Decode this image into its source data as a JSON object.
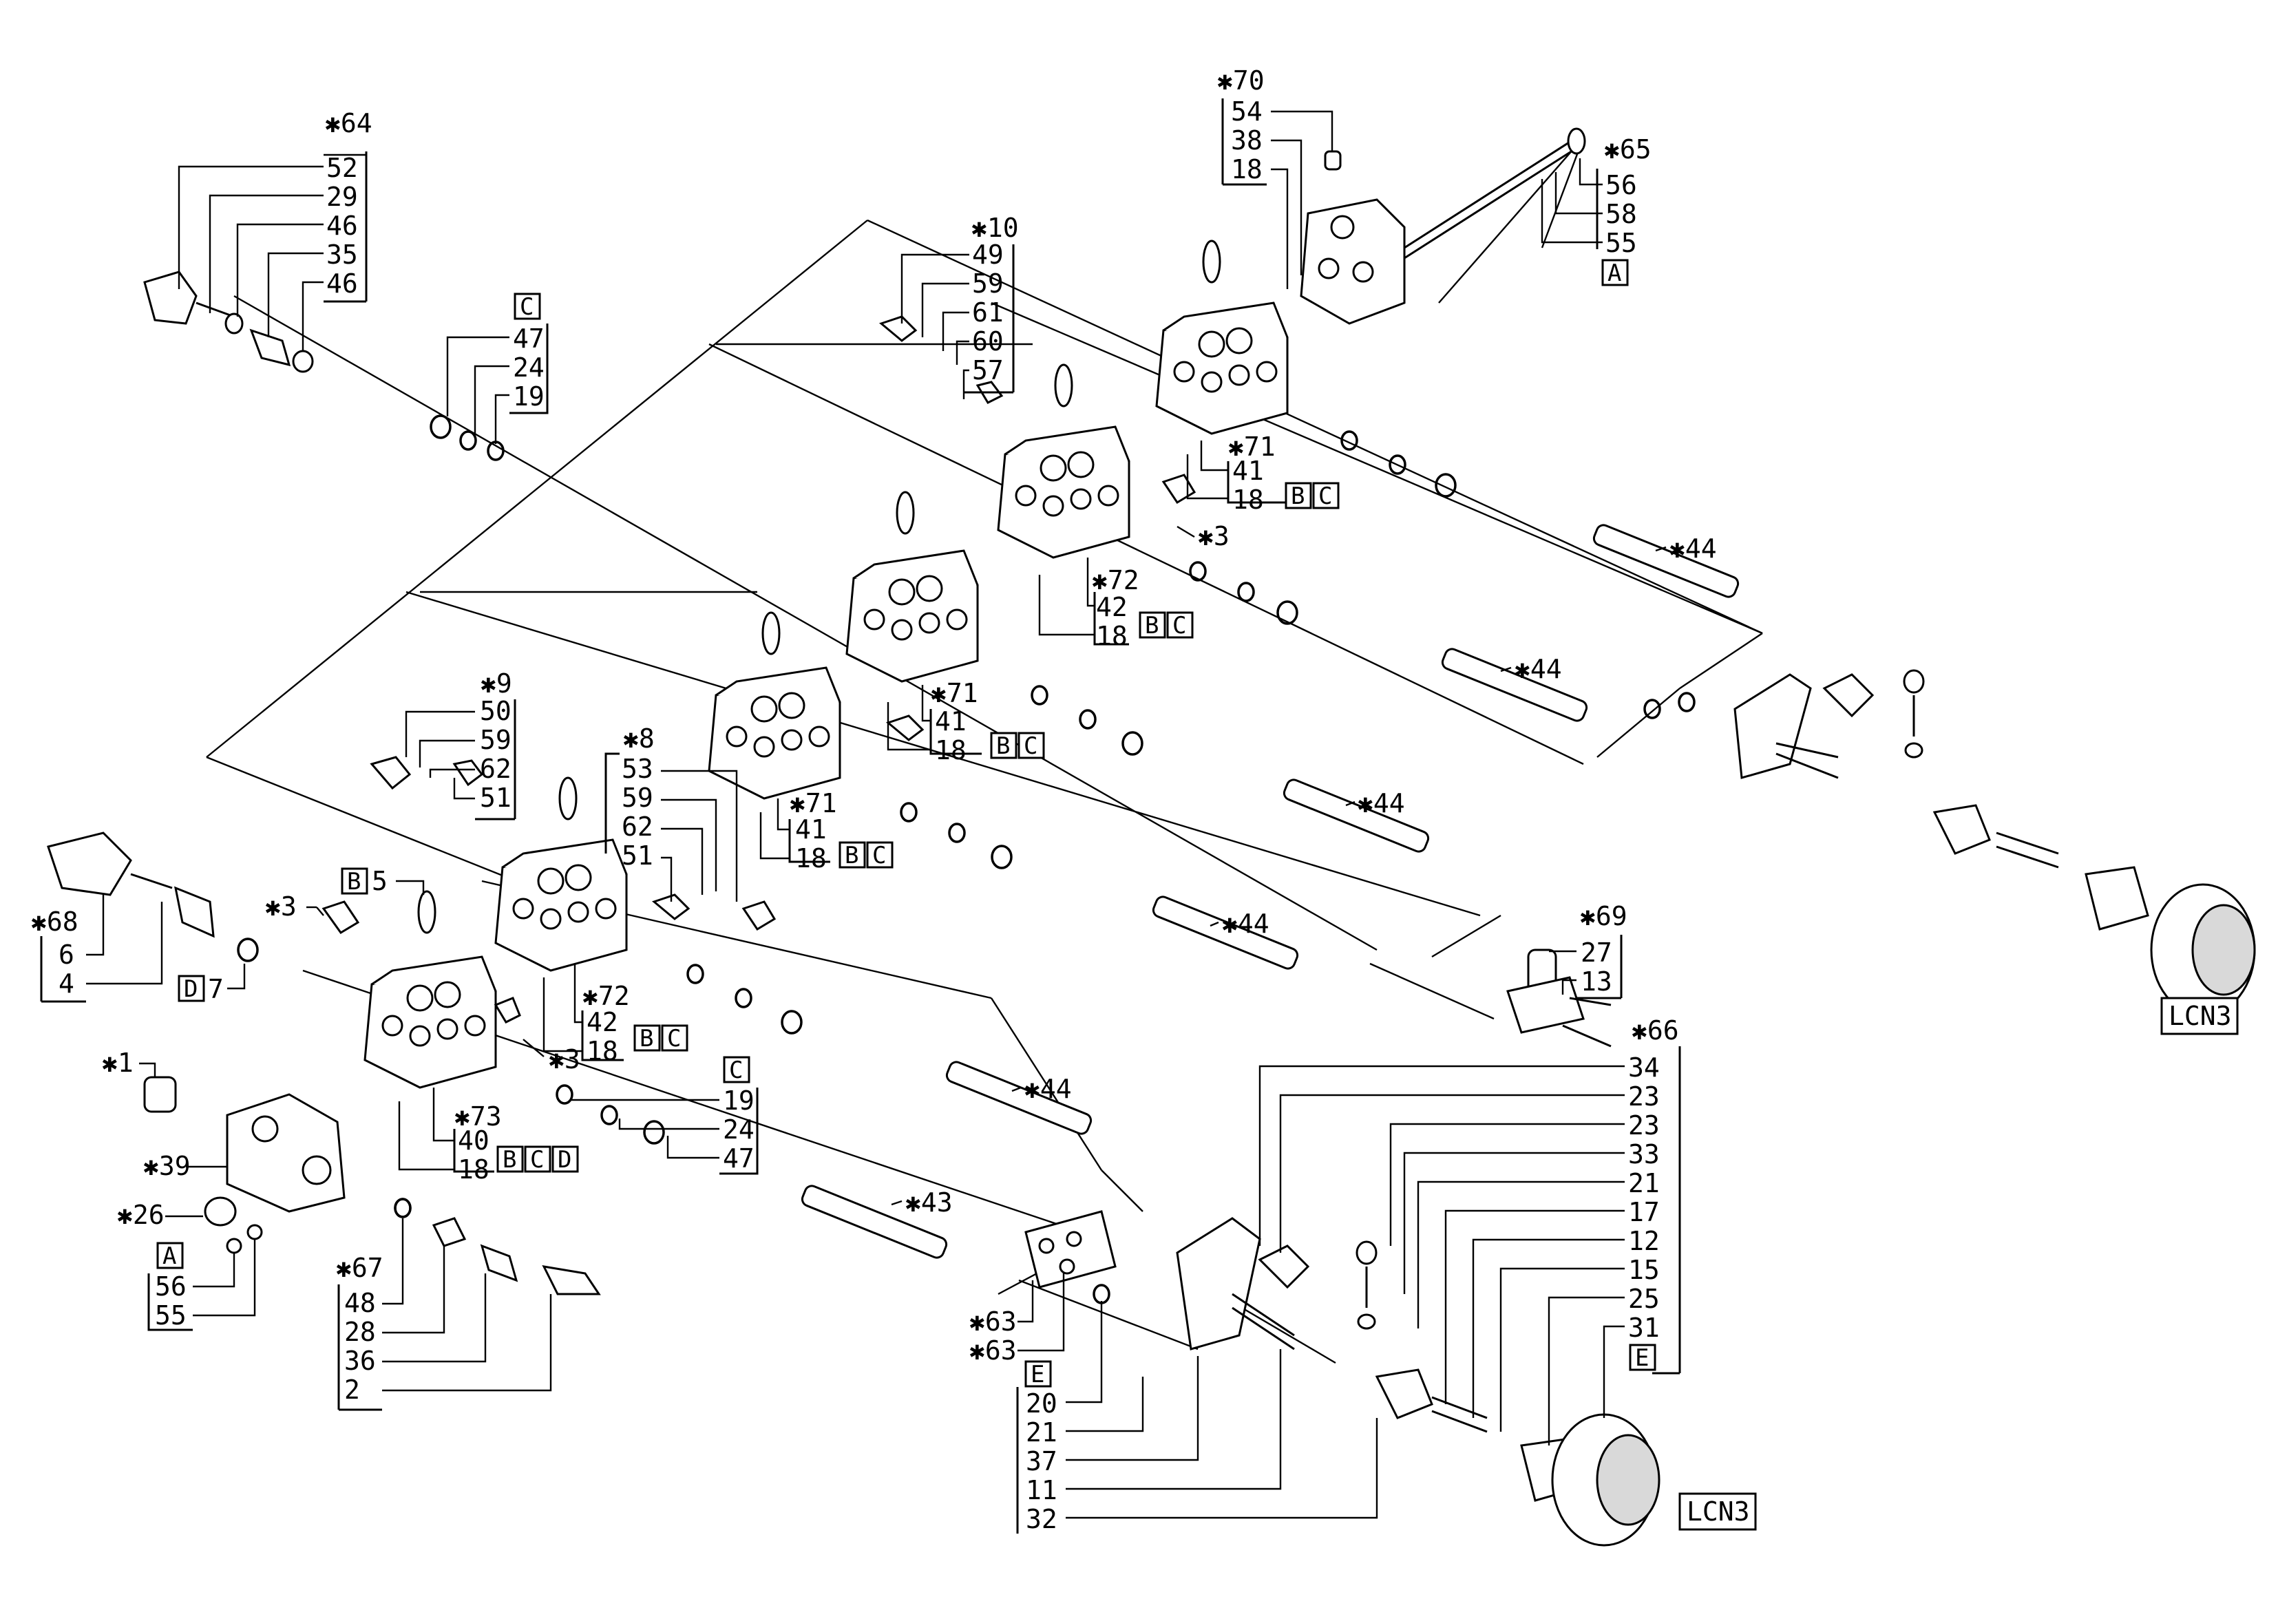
{
  "callouts": {
    "g64": {
      "star": "✱64",
      "items": [
        "52",
        "29",
        "46",
        "35",
        "46"
      ]
    },
    "gC_top": {
      "box": "C",
      "items": [
        "47",
        "24",
        "19"
      ]
    },
    "g10": {
      "star": "✱10",
      "items": [
        "49",
        "59",
        "61",
        "60",
        "57"
      ]
    },
    "g70": {
      "star": "✱70",
      "items": [
        "54",
        "38",
        "18"
      ]
    },
    "g65": {
      "star": "✱65",
      "items": [
        "56",
        "58",
        "55"
      ],
      "box": "A"
    },
    "g71a": {
      "star": "✱71",
      "items": [
        "41",
        "18"
      ],
      "boxes": [
        "B",
        "C"
      ]
    },
    "g3a": {
      "star": "✱3"
    },
    "g72a": {
      "star": "✱72",
      "items": [
        "42",
        "18"
      ],
      "boxes": [
        "B",
        "C"
      ]
    },
    "g44a": {
      "star": "✱44"
    },
    "g44b": {
      "star": "✱44"
    },
    "g71b": {
      "star": "✱71",
      "items": [
        "41",
        "18"
      ],
      "boxes": [
        "B",
        "C"
      ]
    },
    "g9": {
      "star": "✱9",
      "items": [
        "50",
        "59",
        "62",
        "51"
      ]
    },
    "g8": {
      "star": "✱8",
      "items": [
        "53",
        "59",
        "62",
        "51"
      ]
    },
    "g71c": {
      "star": "✱71",
      "items": [
        "41",
        "18"
      ],
      "boxes": [
        "B",
        "C"
      ]
    },
    "g44c": {
      "star": "✱44"
    },
    "g44d": {
      "star": "✱44"
    },
    "g68": {
      "star": "✱68",
      "items": [
        "6",
        "4"
      ]
    },
    "g7": {
      "box": "D",
      "item": "7"
    },
    "g3b": {
      "star": "✱3"
    },
    "g5": {
      "box": "B",
      "item": "5"
    },
    "g72b": {
      "star": "✱72",
      "items": [
        "42",
        "18"
      ],
      "boxes": [
        "B",
        "C"
      ]
    },
    "g3c": {
      "star": "✱3"
    },
    "g69": {
      "star": "✱69",
      "items": [
        "27",
        "13"
      ]
    },
    "lcn3_top": {
      "text": "LCN3"
    },
    "g1": {
      "star": "✱1"
    },
    "g73": {
      "star": "✱73",
      "items": [
        "40",
        "18"
      ],
      "boxes": [
        "B",
        "C",
        "D"
      ]
    },
    "gC_mid": {
      "box": "C",
      "items": [
        "19",
        "24",
        "47"
      ]
    },
    "g44e": {
      "star": "✱44"
    },
    "g39": {
      "star": "✱39"
    },
    "g26": {
      "star": "✱26"
    },
    "g43": {
      "star": "✱43"
    },
    "gA_bottom": {
      "box": "A",
      "items": [
        "56",
        "55"
      ]
    },
    "g67": {
      "star": "✱67",
      "items": [
        "48",
        "28",
        "36",
        "2"
      ]
    },
    "g63": {
      "stars": [
        "✱63",
        "✱63"
      ]
    },
    "gE_left": {
      "box": "E",
      "items": [
        "20",
        "21",
        "37",
        "11",
        "32"
      ]
    },
    "g66": {
      "star": "✱66",
      "items": [
        "34",
        "23",
        "23",
        "33",
        "21",
        "17",
        "12",
        "15",
        "25",
        "31"
      ],
      "box": "E"
    },
    "lcn3_bottom": {
      "text": "LCN3"
    }
  }
}
